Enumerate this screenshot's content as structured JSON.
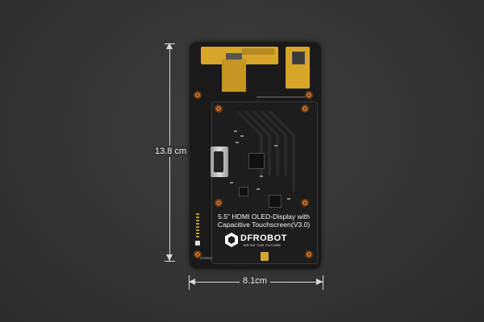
{
  "dimensions": {
    "height_label": "13.8 cm",
    "width_label": "8.1cm"
  },
  "product": {
    "silkscreen_line1": "5.5\" HDMI OLED-Display with",
    "silkscreen_line2": "Capacitive Touchscreen(V3.0)",
    "brand": "DFROBOT",
    "tagline": "DRIVE THE FUTURE",
    "board_id": "DFR0543"
  },
  "colors": {
    "background": "#343434",
    "board": "#1a1a1a",
    "fpc": "#d7a52a",
    "mount_hole": "#c6702a",
    "dimension_line": "#d8d8d8"
  }
}
